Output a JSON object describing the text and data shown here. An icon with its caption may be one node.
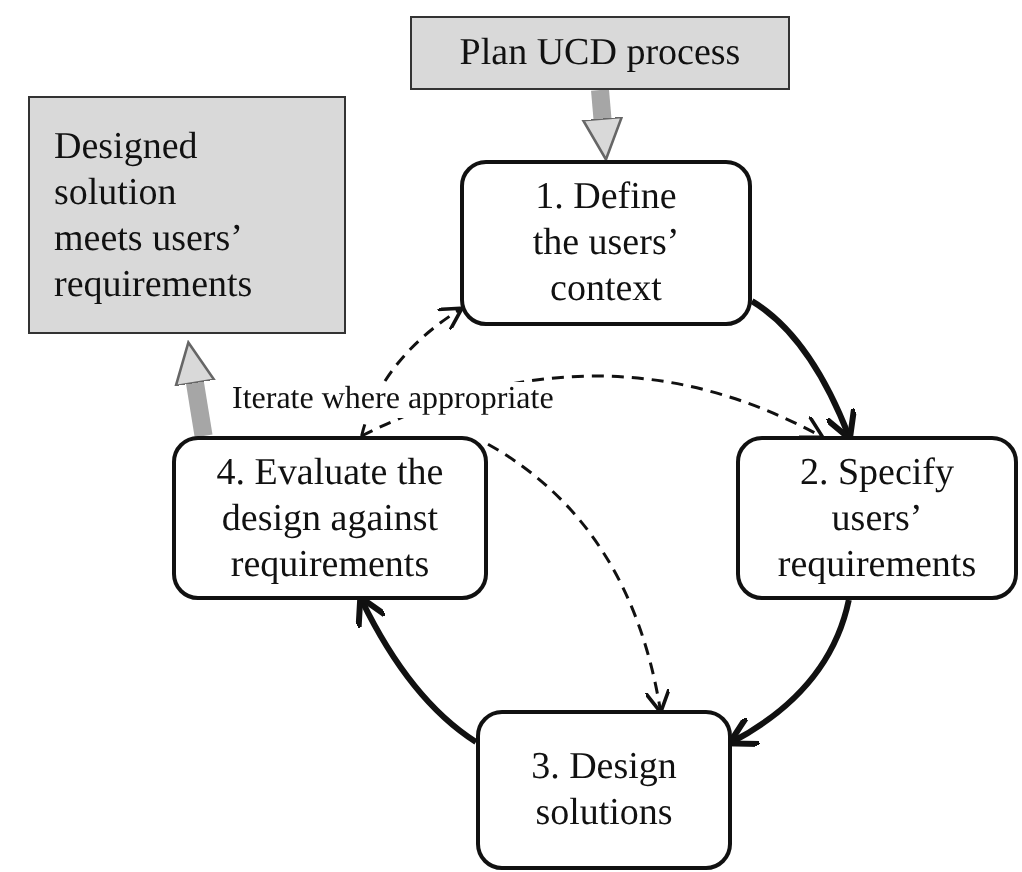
{
  "diagram": {
    "nodes": [
      {
        "text": [
          "Plan UCD process"
        ]
      },
      {
        "text": [
          "Designed solution meets users’ requirements"
        ]
      },
      {
        "text": [
          "1. Define the users’ context"
        ]
      },
      {
        "text": [
          "2. Specify users’ requirements"
        ]
      },
      {
        "text": [
          "3. Design solutions"
        ]
      },
      {
        "text": [
          "4. Evaluate the design against requirements"
        ]
      }
    ],
    "edges": [
      {
        "from": 0,
        "to": 2,
        "arrow": "to",
        "style": "thick",
        "color": "#a6a6a6"
      },
      {
        "from": 2,
        "to": 3,
        "arrow": "to"
      },
      {
        "from": 3,
        "to": 4,
        "arrow": "to"
      },
      {
        "from": 4,
        "to": 5,
        "arrow": "to"
      },
      {
        "from": 5,
        "to": 1,
        "arrow": "to",
        "style": "thick",
        "color": "#a6a6a6"
      },
      {
        "from": 5,
        "to": 2,
        "arrow": "to",
        "style": "dashed"
      },
      {
        "from": 5,
        "to": 3,
        "arrow": "to",
        "style": "dashed"
      },
      {
        "from": 5,
        "to": 4,
        "arrow": "to",
        "style": "dashed"
      }
    ],
    "labels": [
      "Iterate where appropriate"
    ]
  }
}
